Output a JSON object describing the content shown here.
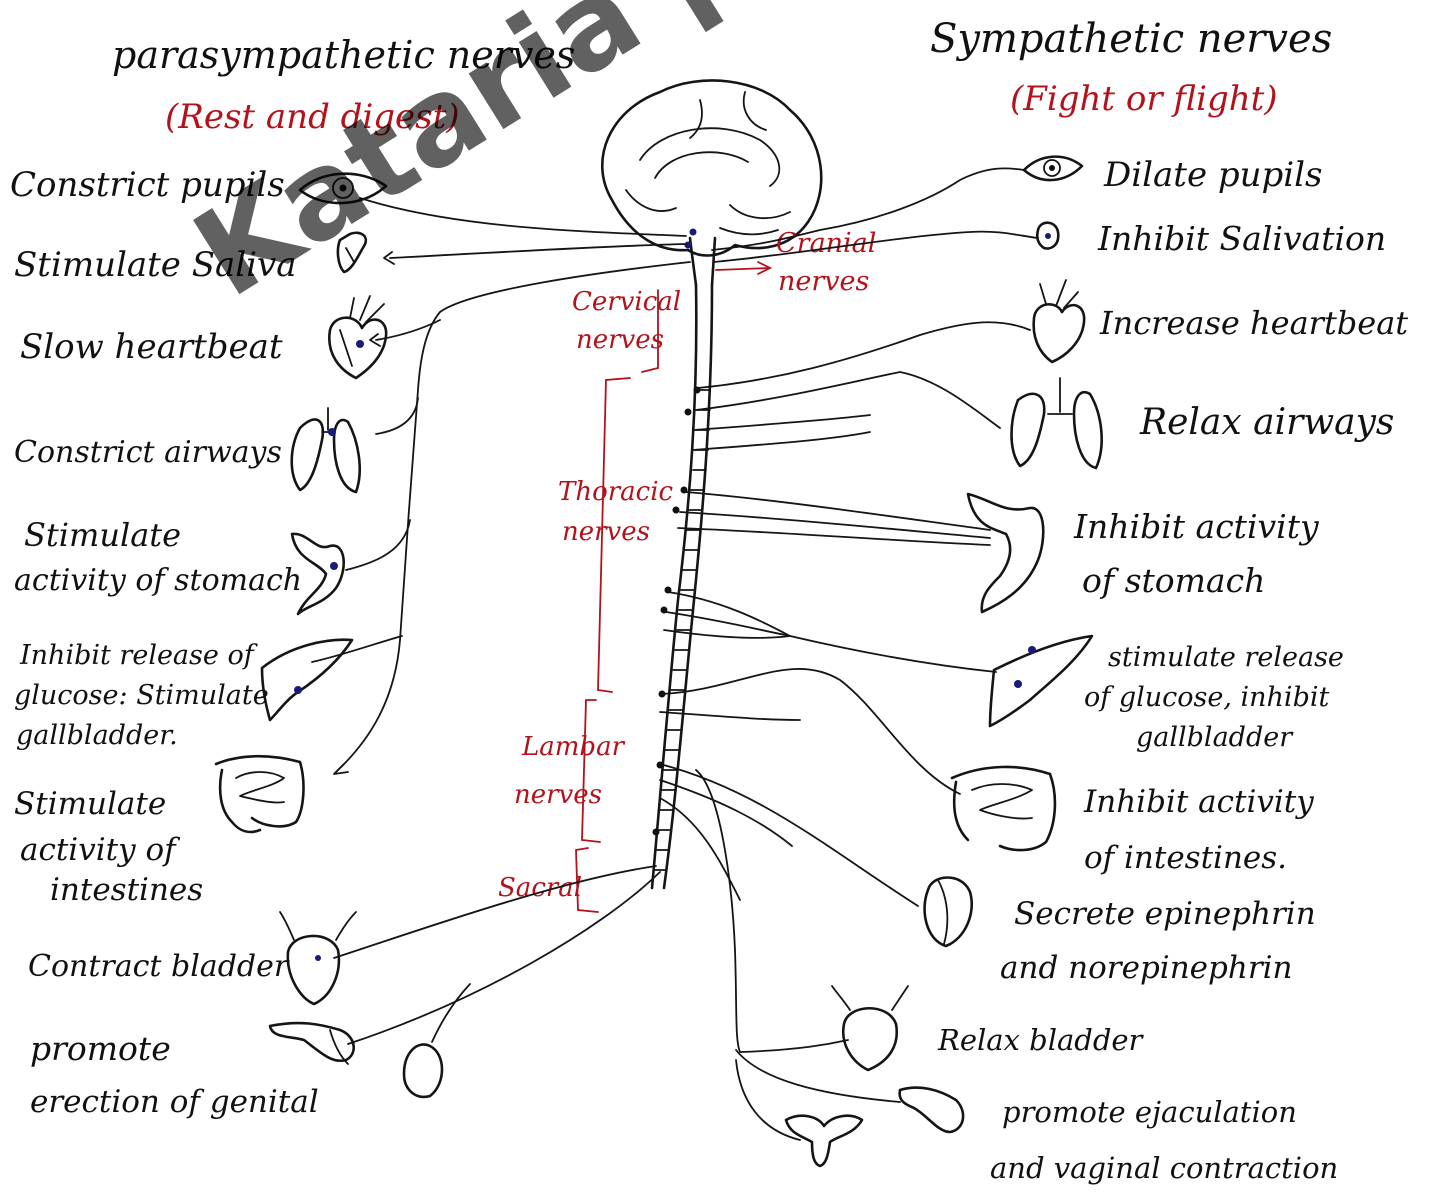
{
  "headings": {
    "left_title": "parasympathetic nerves",
    "left_subtitle": "(Rest and digest)",
    "right_title": "Sympathetic nerves",
    "right_subtitle": "(Fight or flight)"
  },
  "watermark": "Kataria ph",
  "spinal_labels": {
    "cranial": [
      "Cranial",
      "nerves"
    ],
    "cervical": [
      "Cervical",
      "nerves"
    ],
    "thoracic": [
      "Thoracic",
      "nerves"
    ],
    "lumbar": [
      "Lambar",
      "nerves"
    ],
    "sacral": "Sacral"
  },
  "parasympathetic_effects": [
    {
      "lines": [
        "Constrict pupils"
      ],
      "icon": "eye-icon"
    },
    {
      "lines": [
        "Stimulate Saliva"
      ],
      "icon": "salivary-gland-icon"
    },
    {
      "lines": [
        "Slow heartbeat"
      ],
      "icon": "heart-icon"
    },
    {
      "lines": [
        "Constrict airways"
      ],
      "icon": "lungs-icon"
    },
    {
      "lines": [
        "Stimulate",
        "activity of stomach"
      ],
      "icon": "stomach-icon"
    },
    {
      "lines": [
        "Inhibit release of",
        "glucose: Stimulate",
        "gallbladder."
      ],
      "icon": "liver-icon"
    },
    {
      "lines": [
        "Stimulate",
        "activity of",
        "intestines"
      ],
      "icon": "intestines-icon"
    },
    {
      "lines": [
        "Contract bladder"
      ],
      "icon": "bladder-icon"
    },
    {
      "lines": [
        "promote",
        "erection of genital"
      ],
      "icon": "genitals-icon"
    }
  ],
  "sympathetic_effects": [
    {
      "lines": [
        "Dilate pupils"
      ],
      "icon": "eye-icon"
    },
    {
      "lines": [
        "Inhibit Salivation"
      ],
      "icon": "salivary-gland-icon"
    },
    {
      "lines": [
        "Increase heartbeat"
      ],
      "icon": "heart-icon"
    },
    {
      "lines": [
        "Relax airways"
      ],
      "icon": "lungs-icon"
    },
    {
      "lines": [
        "Inhibit activity",
        "of stomach"
      ],
      "icon": "stomach-icon"
    },
    {
      "lines": [
        "stimulate release",
        "of glucose, inhibit",
        "gallbladder"
      ],
      "icon": "liver-icon"
    },
    {
      "lines": [
        "Inhibit activity",
        "of intestines."
      ],
      "icon": "intestines-icon"
    },
    {
      "lines": [
        "Secrete epinephrin",
        "and norepinephrin"
      ],
      "icon": "adrenal-gland-icon"
    },
    {
      "lines": [
        "Relax bladder"
      ],
      "icon": "bladder-icon"
    },
    {
      "lines": [
        "promote ejaculation",
        "and vaginal contraction"
      ],
      "icon": "reproductive-organs-icon"
    }
  ]
}
